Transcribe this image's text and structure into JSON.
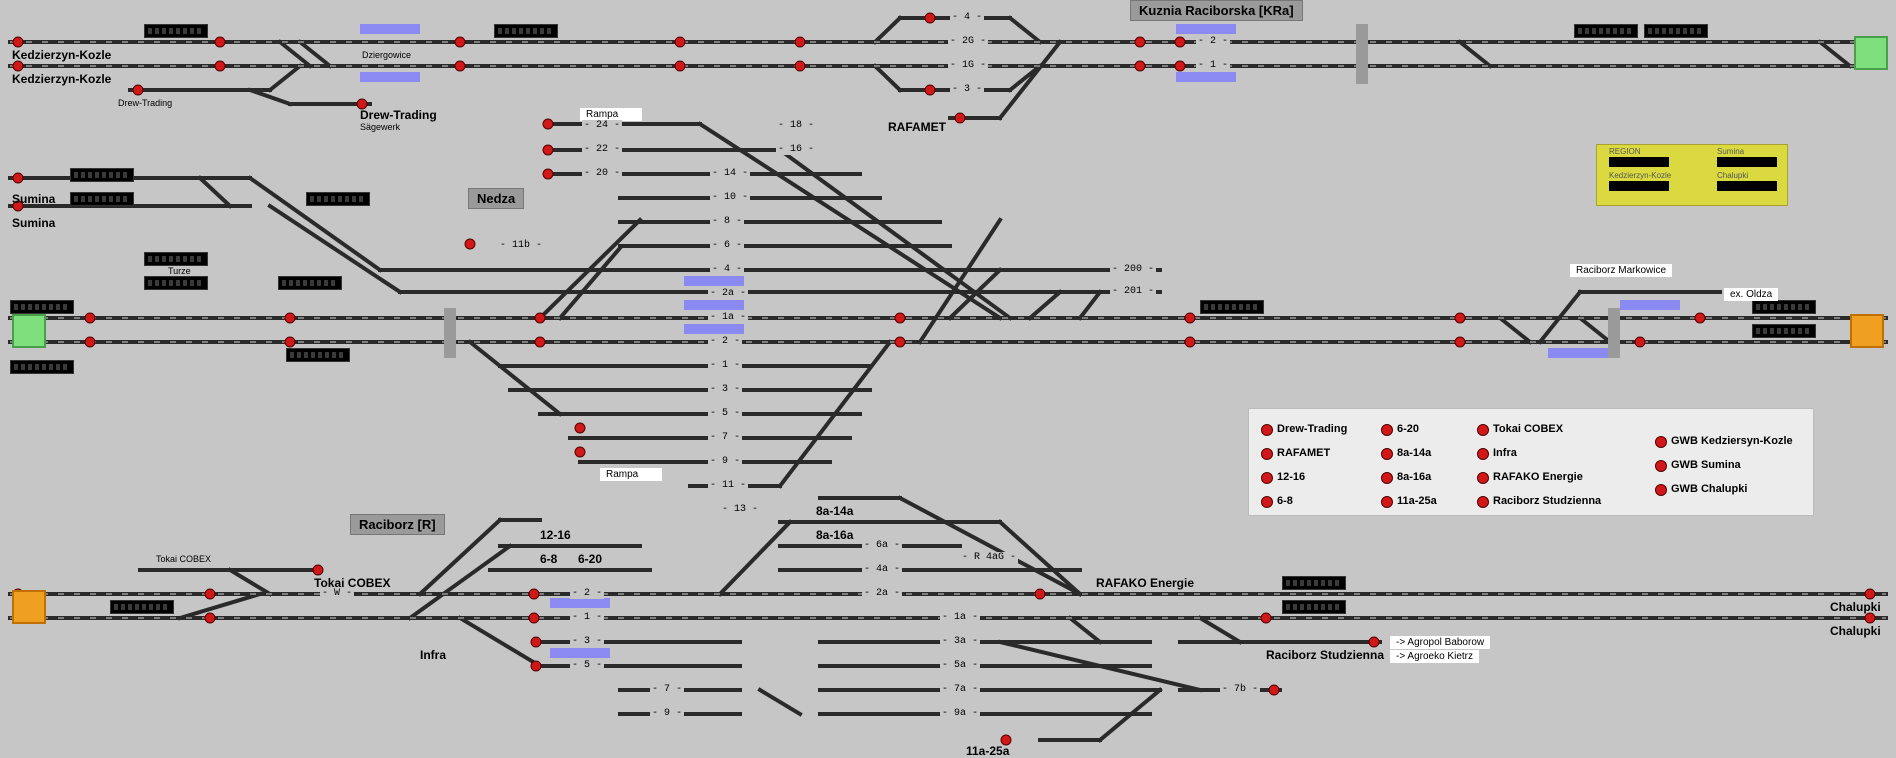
{
  "colors": {
    "background": "#c6c6c6",
    "track": "#2a2a2a",
    "signal_red": "#d01818",
    "occupied": "#8a8af2",
    "terminal_green": "#7de07d",
    "terminal_orange": "#f0a020",
    "legend_bg": "#ececec",
    "region_bg": "#dada40"
  },
  "stations": {
    "kuznia": "Kuznia Raciborska [KRa]",
    "nedza": "Nedza",
    "raciborz": "Raciborz [R]"
  },
  "places": {
    "kedzierzyn_1": "Kedzierzyn-Kozle",
    "kedzierzyn_2": "Kedzierzyn-Kozle",
    "dziergowice": "Dziergowice",
    "drew_trading_small": "Drew-Trading",
    "drew_trading": "Drew-Trading",
    "sagewerk": "Sägewerk",
    "rafamet": "RAFAMET",
    "sumina_1": "Sumina",
    "sumina_2": "Sumina",
    "turze": "Turze",
    "rampa_1": "Rampa",
    "rampa_2": "Rampa",
    "raciborz_markowice": "Raciborz Markowice",
    "ex_oldza": "ex. Oldza",
    "tokai_small": "Tokai COBEX",
    "tokai": "Tokai COBEX",
    "infra": "Infra",
    "rafako": "RAFAKO Energie",
    "raciborz_studzienna": "Raciborz Studzienna",
    "agropol": "-> Agropol Baborow",
    "agroeko": "-> Agroeko Kietrz",
    "chalupki_1": "Chalupki",
    "chalupki_2": "Chalupki",
    "l_12_16": "12-16",
    "l_6_8": "6-8",
    "l_6_20": "6-20",
    "l_8a_14a": "8a-14a",
    "l_8a_16a": "8a-16a",
    "l_11a_25a": "11a-25a"
  },
  "tracks": {
    "k4": "- 4 -",
    "k2g": "- 2G -",
    "k1g": "- 1G -",
    "k3": "- 3 -",
    "k2": "- 2 -",
    "k1": "- 1 -",
    "n24": "- 24 -",
    "n22": "- 22 -",
    "n20": "- 20 -",
    "n18": "- 18 -",
    "n16": "- 16 -",
    "n14": "- 14 -",
    "n10": "- 10 -",
    "n8": "- 8 -",
    "n6": "- 6 -",
    "n4": "- 4 -",
    "n2a": "- 2a -",
    "n1a": "- 1a -",
    "n2": "- 2 -",
    "n1": "- 1 -",
    "n3": "- 3 -",
    "n5": "- 5 -",
    "n7": "- 7 -",
    "n9": "- 9 -",
    "n11": "- 11 -",
    "n13": "- 13 -",
    "n11b": "- 11b -",
    "n200": "- 200 -",
    "n201": "- 201 -",
    "r6a": "- 6a -",
    "r4a": "- 4a -",
    "r2a": "- 2a -",
    "r1a": "- 1a -",
    "r3a": "- 3a -",
    "r5a": "- 5a -",
    "r7a": "- 7a -",
    "r9a": "- 9a -",
    "r4ag": "- R 4aG -",
    "r7b": "- 7b -",
    "rw": "- W -",
    "r2": "- 2 -",
    "r1": "- 1 -",
    "r3": "- 3 -",
    "r5": "- 5 -",
    "r7": "- 7 -",
    "r9": "- 9 -"
  },
  "legend": [
    {
      "label": "Drew-Trading"
    },
    {
      "label": "6-20"
    },
    {
      "label": "Tokai COBEX"
    },
    {
      "label": "GWB Kedziersyn-Kozle"
    },
    {
      "label": "RAFAMET"
    },
    {
      "label": "8a-14a"
    },
    {
      "label": "Infra"
    },
    {
      "label": "GWB Sumina"
    },
    {
      "label": "12-16"
    },
    {
      "label": "8a-16a"
    },
    {
      "label": "RAFAKO Energie"
    },
    {
      "label": "GWB Chalupki"
    },
    {
      "label": "6-8"
    },
    {
      "label": "11a-25a"
    },
    {
      "label": "Raciborz Studzienna"
    }
  ],
  "region": {
    "region_label": "REGION",
    "sumina": "Sumina",
    "kedzierzyn": "Kedzierzyn-Kozle",
    "chalupki": "Chalupki"
  }
}
